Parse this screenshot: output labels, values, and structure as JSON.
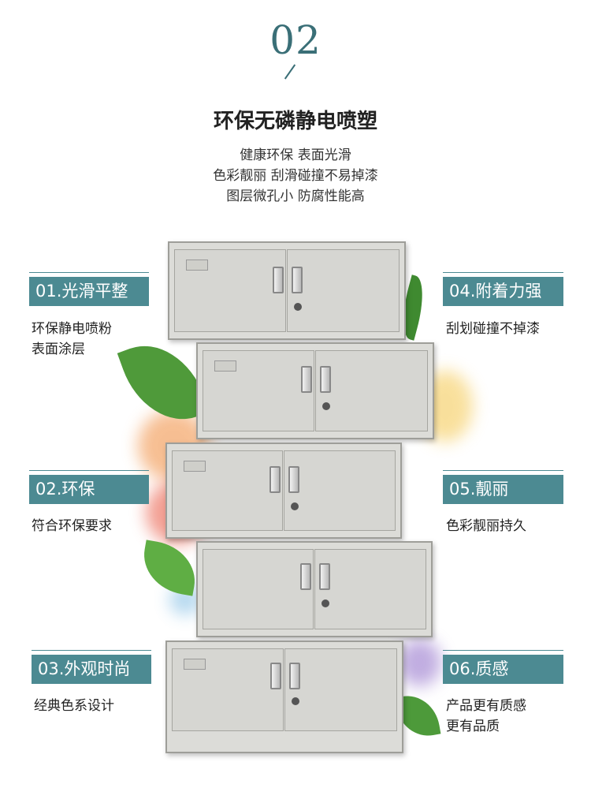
{
  "header": {
    "number": "02",
    "title": "环保无磷静电喷塑"
  },
  "subtitle_lines": [
    "健康环保 表面光滑",
    "色彩靓丽 刮滑碰撞不易掉漆",
    "图层微孔小 防腐性能高"
  ],
  "features": [
    {
      "label": "01.光滑平整",
      "desc": [
        "环保静电喷粉",
        "表面涂层"
      ]
    },
    {
      "label": "02.环保",
      "desc": [
        "符合环保要求"
      ]
    },
    {
      "label": "03.外观时尚",
      "desc": [
        "经典色系设计"
      ]
    },
    {
      "label": "04.附着力强",
      "desc": [
        "刮划碰撞不掉漆"
      ]
    },
    {
      "label": "05.靓丽",
      "desc": [
        "色彩靓丽持久"
      ]
    },
    {
      "label": "06.质感",
      "desc": [
        "产品更有质感",
        "更有品质"
      ]
    }
  ],
  "colors": {
    "accent": "#4c8a92",
    "number": "#3a6f77",
    "cabinet": "#dcdcd8"
  }
}
